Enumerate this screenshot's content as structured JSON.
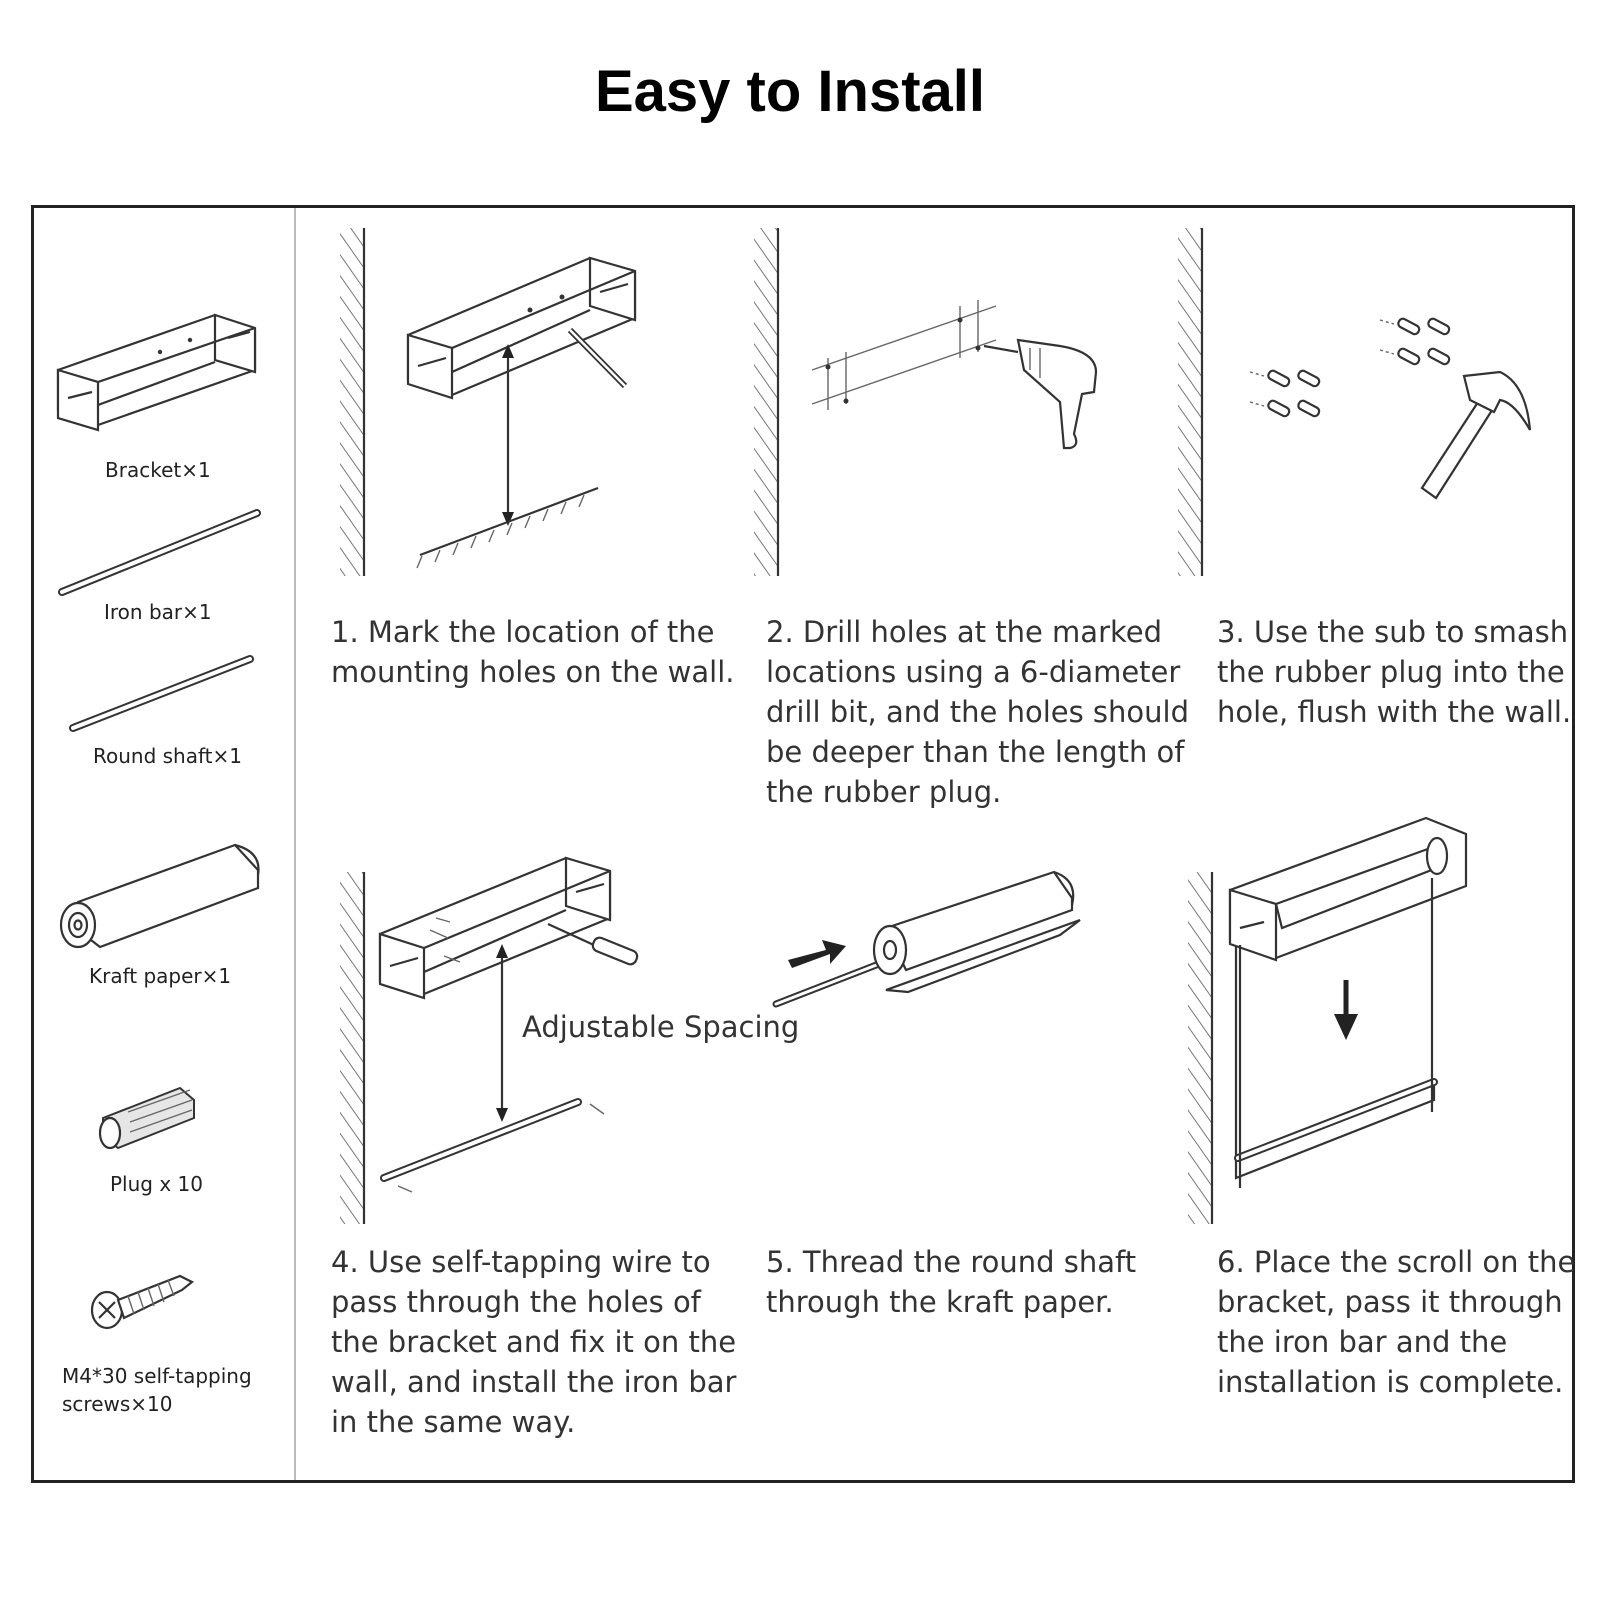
{
  "title": "Easy to Install",
  "parts": [
    {
      "label": "Bracket×1",
      "icon": "bracket-icon"
    },
    {
      "label": "Iron bar×1",
      "icon": "iron-bar-icon"
    },
    {
      "label": "Round shaft×1",
      "icon": "round-shaft-icon"
    },
    {
      "label": "Kraft paper×1",
      "icon": "kraft-paper-icon"
    },
    {
      "label": "Plug x 10",
      "icon": "plug-icon"
    },
    {
      "label": "M4*30 self-tapping screws×10",
      "icon": "screw-icon"
    }
  ],
  "steps": [
    {
      "text": "1. Mark the location of the mounting holes on the wall."
    },
    {
      "text": "2. Drill holes at the marked locations using a 6-diameter drill bit, and the holes should be deeper than the length of the rubber plug."
    },
    {
      "text": "3. Use the sub to smash the rubber plug into the hole, flush with the wall."
    },
    {
      "text": "4. Use self-tapping wire to pass through the holes of the bracket and fix it on the wall, and install the iron bar in the same way."
    },
    {
      "text": "5. Thread the round shaft through the kraft paper."
    },
    {
      "text": "6. Place the scroll on the bracket, pass it through the iron bar and the installation is complete."
    }
  ],
  "adjustable_label": "Adjustable Spacing"
}
